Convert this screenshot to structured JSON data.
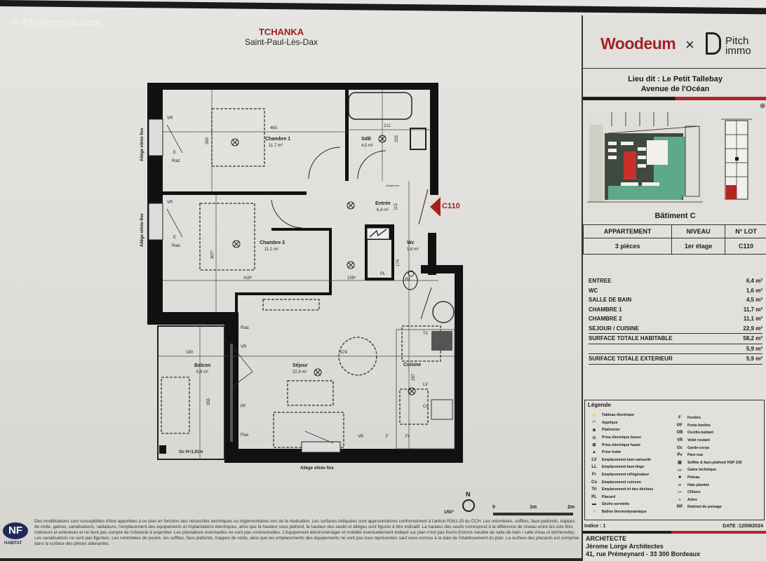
{
  "watermark": "© EtreProprio.com",
  "project": {
    "title": "TCHANKA",
    "city": "Saint-Paul-Lès-Dax"
  },
  "plan": {
    "rooms": [
      {
        "name": "Chambre 1",
        "area": "11,7 m²"
      },
      {
        "name": "SdB",
        "area": "4,5 m²"
      },
      {
        "name": "Entrée",
        "area": "6,4 m²"
      },
      {
        "name": "Chambre 2",
        "area": "11,1 m²"
      },
      {
        "name": "Wc",
        "area": "1,6 m²"
      },
      {
        "name": "Balcon",
        "area": "5,9 m²"
      },
      {
        "name": "Séjour",
        "area": "22,9 m²"
      },
      {
        "name": "Cuisine",
        "area": ""
      }
    ],
    "dimensions": {
      "ch1_w": "463",
      "ch1_h": "260",
      "sdb_w": "212",
      "sdb_h": "225",
      "entree": "115",
      "ch2_w": "419⁵",
      "ch2_h": "307⁵",
      "hall": "159⁵",
      "wc": "174",
      "balcon_w": "180",
      "balcon_h": "355",
      "sejour": "574",
      "cuisine": "297"
    },
    "labels": {
      "vr": "VR",
      "e": "E",
      "rad": "Rad.",
      "pl": "PL",
      "pf": "PF",
      "fixe": "Fixe",
      "f": "F",
      "fr": "Fr",
      "lv": "LV",
      "cu": "Cu",
      "tri": "Tri",
      "gc": "Gc H=1,01m",
      "allege_fixe": "Allège vitrée fixe",
      "allege_side": "Allège vitrée fixe",
      "visiophone": "visiophone",
      "b1": "B1"
    },
    "entry_marker": "C110"
  },
  "scale": {
    "ratio": "1/50°",
    "north": "N",
    "ticks": [
      "0",
      "1m",
      "2m"
    ]
  },
  "footer": {
    "badge": "NF",
    "badge_sub": "HABITAT",
    "disclaimer": "Des modifications sont susceptibles d'être apportées à ce plan en fonction des nécessités techniques ou réglementaires lors de la réalisation. Les surfaces indiquées sont approximatives conformément à l'article R261-25 du CCH. Les retombées, soffites, faux-plafonds, trappes de visite, gaines, canalisations, radiateurs, l'emplacement des équipements et implantations électriques, ainsi que la hauteur sous plafond, la hauteur des seuils et allèges sont figurés à titre indicatif. La hauteur des seuils correspond à la différence de niveau entre les sols finis intérieurs et extérieurs et ne tient pas compte de l'obstacle à enjamber. Les plantations éventuelles ne sont pas contractuelles. L'équipement électroménager et mobilier éventuellement indiqué sur plan n'est pas fourni (hormis meuble de salle de bain / salle d'eau et kitchenette). Les canalisations ne sont pas figurées. Les retombées de poutre, les soffites, faux plafonds, trappes de visite, ainsi que les emplacements des équipements ne sont pas tous représentés sauf ceux connus à la date de l'établissement du plan. La surface des placards est comprise dans la surface des pièces attenantes."
  },
  "panel": {
    "brand1": "Woodeum",
    "brand_sep": "×",
    "brand2_line1": "Pitch",
    "brand2_line2": "immo",
    "lieu_line1": "Lieu dit : Le Petit Tallebay",
    "lieu_line2": "Avenue de l'Océan",
    "batiment": "Bâtiment C",
    "lot_table": {
      "headers": [
        "APPARTEMENT",
        "NIVEAU",
        "N° LOT"
      ],
      "values": [
        "3 pièces",
        "1er étage",
        "C110"
      ]
    },
    "surfaces": [
      {
        "label": "ENTREE",
        "value": "6,4  m²"
      },
      {
        "label": "WC",
        "value": "1,6  m²"
      },
      {
        "label": "SALLE DE BAIN",
        "value": "4,5  m²"
      },
      {
        "label": "CHAMBRE 1",
        "value": "11,7  m²"
      },
      {
        "label": "CHAMBRE 2",
        "value": "11,1  m²"
      },
      {
        "label": "SEJOUR / CUISINE",
        "value": "22,9  m²"
      },
      {
        "label": "SURFACE TOTALE HABITABLE",
        "value": "58,2 m²"
      },
      {
        "label": "",
        "value": "5,9  m²"
      },
      {
        "label": "SURFACE TOTALE EXTERIEUR",
        "value": "5,9 m²"
      }
    ],
    "legend_title": "Légende",
    "legend_left": [
      {
        "sym": "⚡",
        "label": "Tableau électrique"
      },
      {
        "sym": "◠",
        "label": "Applique"
      },
      {
        "sym": "⊗",
        "label": "Plafonnier"
      },
      {
        "sym": "⊙",
        "label": "Prise électrique basse"
      },
      {
        "sym": "⊞",
        "label": "Prise électrique haute"
      },
      {
        "sym": "▲",
        "label": "Prise hotte"
      },
      {
        "sym": "LV",
        "label": "Emplacement lave-vaisselle"
      },
      {
        "sym": "LL",
        "label": "Emplacement lave-linge"
      },
      {
        "sym": "Fr",
        "label": "Emplacement réfrigérateur"
      },
      {
        "sym": "Cu",
        "label": "Emplacement cuisson"
      },
      {
        "sym": "Tri",
        "label": "Emplacement tri des déchets"
      },
      {
        "sym": "PL",
        "label": "Placard"
      },
      {
        "sym": "▬",
        "label": "Sèche-serviette"
      },
      {
        "sym": "○",
        "label": "Ballon thermodynamique"
      }
    ],
    "legend_right": [
      {
        "sym": "F",
        "label": "Fenêtre"
      },
      {
        "sym": "PF",
        "label": "Porte-fenêtre"
      },
      {
        "sym": "OB",
        "label": "Oscillo-battant"
      },
      {
        "sym": "VR",
        "label": "Volet roulant"
      },
      {
        "sym": "Gc",
        "label": "Garde-corps"
      },
      {
        "sym": "Pv",
        "label": "Pare-vue"
      },
      {
        "sym": "▨",
        "label": "Soffite & faux-plafond HSP 230"
      },
      {
        "sym": "▭",
        "label": "Gaine technique"
      },
      {
        "sym": "■",
        "label": "Poteau"
      },
      {
        "sym": "▰",
        "label": "Haie plantée"
      },
      {
        "sym": "—",
        "label": "Clôture"
      },
      {
        "sym": "●",
        "label": "Arbre"
      },
      {
        "sym": "RP",
        "label": "Robinet de puisage"
      }
    ],
    "indice": "Indice : 1",
    "date": "DATE :12/09/2024",
    "architect_title": "ARCHITECTE",
    "architect_name": "Jérome Lorge Architectes",
    "architect_address": "41, rue Prémeynard - 33 300 Bordeaux"
  }
}
